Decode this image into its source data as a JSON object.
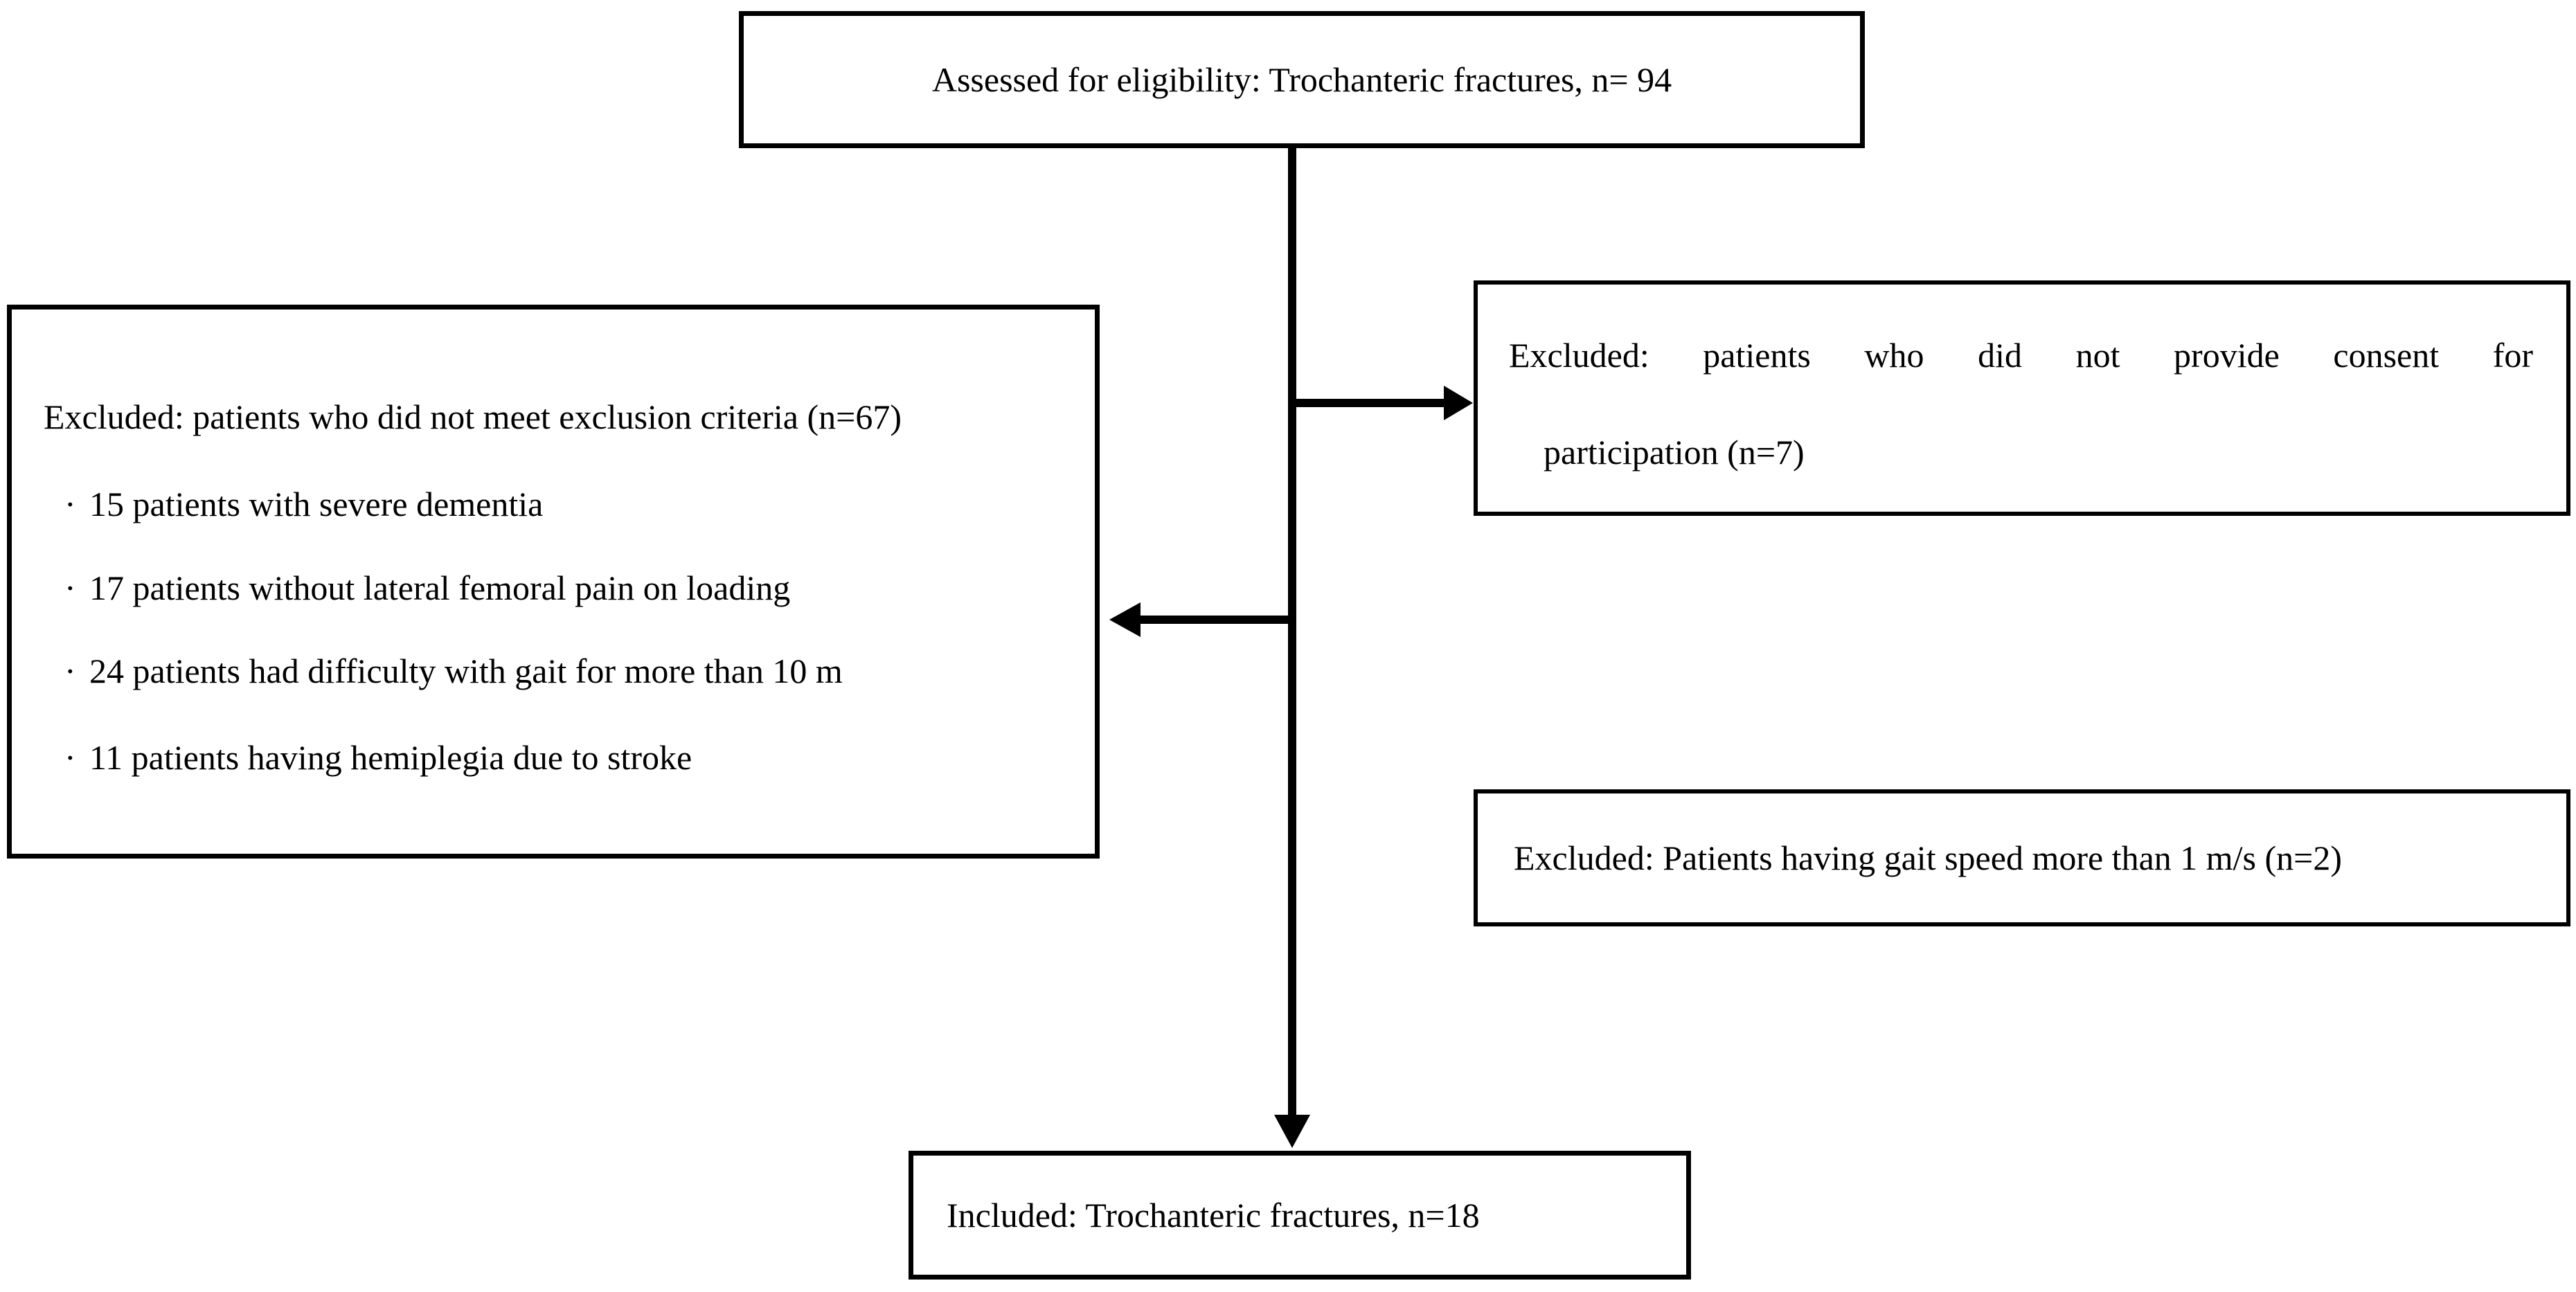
{
  "colors": {
    "ink": "#000000",
    "background": "#ffffff"
  },
  "flowchart": {
    "assessed": {
      "text": "Assessed for eligibility: Trochanteric fractures, n= 94"
    },
    "excluded_criteria": {
      "title": "Excluded: patients who did not meet exclusion criteria (n=67)",
      "bullet": "·",
      "items": [
        "15 patients with severe dementia",
        "17 patients without lateral femoral pain on loading",
        "24 patients had difficulty with gait for more than 10 m",
        "11 patients having hemiplegia due to stroke"
      ]
    },
    "excluded_consent": {
      "line1": "Excluded: patients who did not provide consent for",
      "line2": "participation (n=7)"
    },
    "excluded_gait_speed": {
      "text": "Excluded: Patients having gait speed more than 1 m/s (n=2)"
    },
    "included": {
      "text": "Included: Trochanteric fractures, n=18"
    }
  }
}
